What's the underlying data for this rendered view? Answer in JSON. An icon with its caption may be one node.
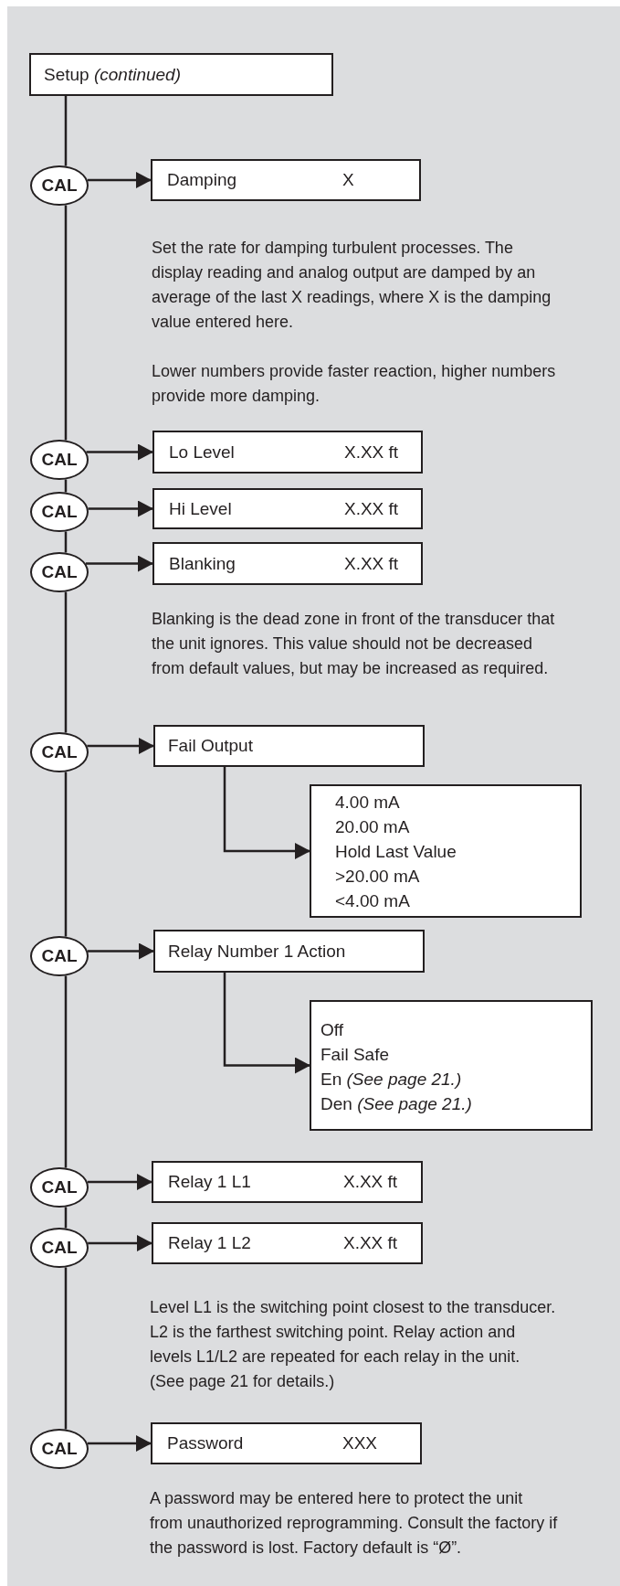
{
  "diagram": {
    "nodes": [
      {
        "text": [
          "Setup *(continued)*"
        ]
      },
      {
        "text": [
          "CAL"
        ]
      },
      {
        "text": [
          "Damping",
          "X"
        ],
        "beside": [
          "Set the rate for damping turbulent processes. The display reading and analog output are damped by an average of the last X readings, where X is the damping value entered here.",
          "Lower numbers provide faster reaction, higher numbers provide more damping."
        ]
      },
      {
        "text": [
          "CAL"
        ]
      },
      {
        "text": [
          "Lo Level",
          "X.XX ft"
        ]
      },
      {
        "text": [
          "CAL"
        ]
      },
      {
        "text": [
          "Hi Level",
          "X.XX ft"
        ]
      },
      {
        "text": [
          "CAL"
        ]
      },
      {
        "text": [
          "Blanking",
          "X.XX ft"
        ],
        "beside": [
          "Blanking is the dead zone in front of the transducer that the unit ignores. This value should not be decreased from default values, but may be increased as required."
        ]
      },
      {
        "text": [
          "CAL"
        ]
      },
      {
        "text": [
          "Fail Output"
        ]
      },
      {
        "text": [
          "4.00 mA",
          "20.00 mA",
          "Hold Last Value",
          ">20.00 mA",
          "<4.00 mA"
        ]
      },
      {
        "text": [
          "CAL"
        ]
      },
      {
        "text": [
          "Relay Number 1 Action"
        ]
      },
      {
        "text": [
          "Off",
          "Fail Safe",
          "En *(See page 21.)*",
          "Den *(See page 21.)*"
        ]
      },
      {
        "text": [
          "CAL"
        ]
      },
      {
        "text": [
          "Relay 1 L1",
          "X.XX ft"
        ]
      },
      {
        "text": [
          "CAL"
        ]
      },
      {
        "text": [
          "Relay 1 L2",
          "X.XX ft"
        ],
        "beside": [
          "Level L1 is the switching point closest to the transducer. L2 is the farthest switching point. Relay action and levels L1/L2 are repeated for each relay in the unit. (See page 21 for details.)"
        ]
      },
      {
        "text": [
          "CAL"
        ]
      },
      {
        "text": [
          "Password",
          "XXX"
        ],
        "beside": [
          "A password may be entered here to protect the unit from unauthorized reprogramming. Consult the factory if the password is lost. Factory default is “Ø”."
        ]
      }
    ],
    "edges": [
      {
        "from": 0,
        "to": 1,
        "arrow": "none"
      },
      {
        "from": 1,
        "to": 3,
        "arrow": "none"
      },
      {
        "from": 3,
        "to": 5,
        "arrow": "none"
      },
      {
        "from": 5,
        "to": 7,
        "arrow": "none"
      },
      {
        "from": 7,
        "to": 9,
        "arrow": "none"
      },
      {
        "from": 9,
        "to": 12,
        "arrow": "none"
      },
      {
        "from": 12,
        "to": 15,
        "arrow": "none"
      },
      {
        "from": 15,
        "to": 17,
        "arrow": "none"
      },
      {
        "from": 17,
        "to": 19,
        "arrow": "none"
      },
      {
        "from": 1,
        "to": 2,
        "arrow": "to"
      },
      {
        "from": 3,
        "to": 4,
        "arrow": "to"
      },
      {
        "from": 5,
        "to": 6,
        "arrow": "to"
      },
      {
        "from": 7,
        "to": 8,
        "arrow": "to"
      },
      {
        "from": 9,
        "to": 10,
        "arrow": "to"
      },
      {
        "from": 10,
        "to": 11,
        "arrow": "to"
      },
      {
        "from": 12,
        "to": 13,
        "arrow": "to"
      },
      {
        "from": 13,
        "to": 14,
        "arrow": "to"
      },
      {
        "from": 15,
        "to": 16,
        "arrow": "to"
      },
      {
        "from": 17,
        "to": 18,
        "arrow": "to"
      },
      {
        "from": 19,
        "to": 20,
        "arrow": "to"
      }
    ]
  }
}
